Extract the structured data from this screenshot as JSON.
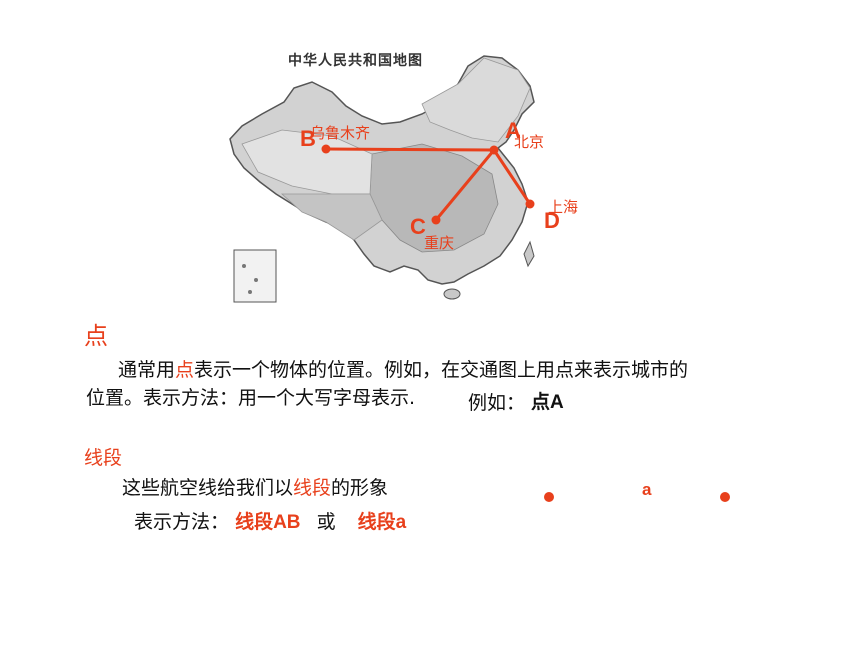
{
  "map": {
    "title": "中华人民共和国地图",
    "points": [
      {
        "letter": "A",
        "city": "北京"
      },
      {
        "letter": "B",
        "city": "乌鲁木齐"
      },
      {
        "letter": "C",
        "city": "重庆"
      },
      {
        "letter": "D",
        "city": "上海"
      }
    ]
  },
  "section_point": {
    "heading": "点",
    "line1_pre": "通常用",
    "line1_highlight": "点",
    "line1_post": "表示一个物体的位置。例如，在交通图上用点来表示城市的",
    "line2": "位置。表示方法：用一个大写字母表示.",
    "example_label": "例如：",
    "example_value": "点A"
  },
  "section_segment": {
    "heading": "线段",
    "line1_pre": "这些航空线给我们以",
    "line1_highlight": "线段",
    "line1_post": "的形象",
    "method_label": "表示方法：",
    "method_ab": "线段AB",
    "or": "或",
    "method_a": "线段a",
    "diagram_label": "a"
  },
  "colors": {
    "accent": "#e8401c",
    "map_fill": "#cfcfcf",
    "map_stroke": "#555555"
  }
}
